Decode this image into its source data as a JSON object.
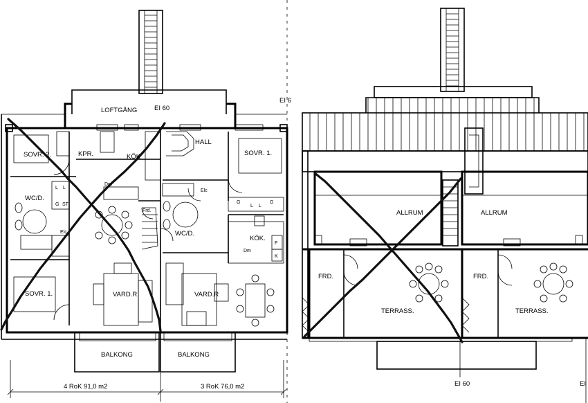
{
  "left_plan": {
    "rooms": {
      "loftgang": "LOFTGÅNG",
      "ei_top": "EI 60",
      "sovr2": "SOVR. 2.",
      "kpr": "KPR.",
      "kok_left": "KÖK",
      "hall": "HALL",
      "sovr1_right": "SOVR. 1.",
      "wcd_left": "WC/D.",
      "wcd_mid": "WC/D.",
      "kok_right": "KÖK.",
      "sovr1_left": "SOVR. 1.",
      "vardr_left": "VARD.R",
      "vardr_right": "VARD.R",
      "frd": "Frd.",
      "balkong_left": "BALKONG",
      "balkong_right": "BALKONG",
      "ei_edge": "EI 6"
    },
    "fixtures": {
      "g": "G",
      "l": "L",
      "st": "ST",
      "dm": "Dm",
      "elc": "Elc",
      "f": "F",
      "k": "K"
    },
    "dimensions": {
      "left_unit": "4 RoK 91,0 m2",
      "right_unit": "3 RoK 76,0 m2"
    }
  },
  "right_plan": {
    "rooms": {
      "allrum_left": "ALLRUM",
      "allrum_right": "ALLRUM",
      "frd_left": "FRD.",
      "frd_right": "FRD.",
      "terrass_left": "TERRASS.",
      "terrass_right": "TERRASS.",
      "ei_bottom": "EI 60",
      "ei_edge": "EI"
    }
  }
}
